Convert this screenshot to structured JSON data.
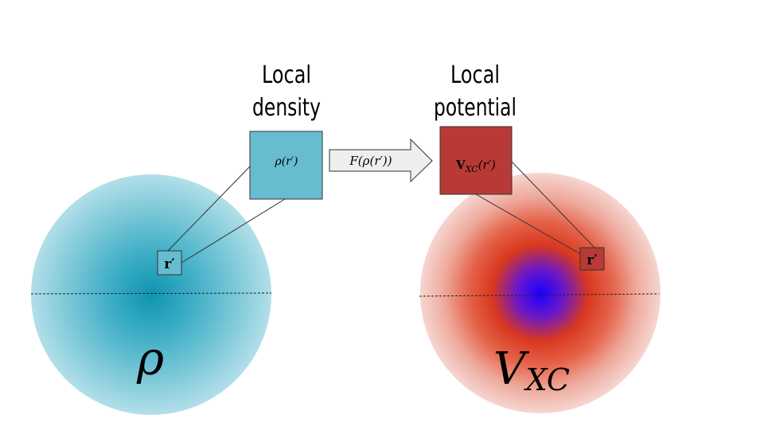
{
  "left": {
    "heading_line1": "Local",
    "heading_line2": "density",
    "box_label": "ρ(r′)",
    "point_label": "r′",
    "sphere_symbol": "ρ",
    "colors": {
      "box": "#67bccf",
      "sphere_center": "#1a97b2",
      "sphere_edge": "#aedde7"
    }
  },
  "arrow": {
    "label": "F(ρ(r′))",
    "color": "#eeeeee"
  },
  "right": {
    "heading_line1": "Local",
    "heading_line2": "potential",
    "box_label_main": "V",
    "box_label_sub": "XC",
    "box_label_rest": "(r′)",
    "point_label": "r′",
    "sphere_symbol_main": "V",
    "sphere_symbol_sub": "XC",
    "colors": {
      "box": "#b83a37",
      "sphere_center": "#1b00ff",
      "sphere_mid": "#e03a16",
      "sphere_edge": "#f2c8c0"
    }
  }
}
